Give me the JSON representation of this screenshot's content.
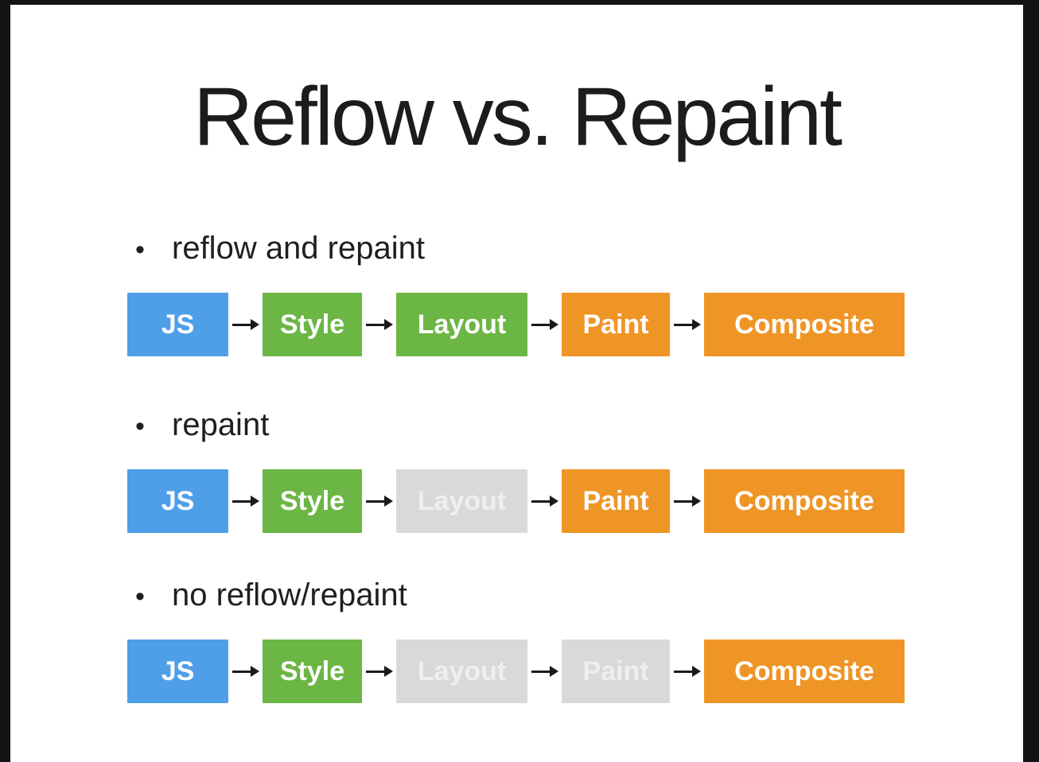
{
  "slide": {
    "title": "Reflow vs. Repaint",
    "rows": [
      {
        "bullet": "•",
        "label": "reflow and repaint",
        "steps": [
          {
            "label": "JS",
            "color": "blue"
          },
          {
            "label": "Style",
            "color": "green"
          },
          {
            "label": "Layout",
            "color": "green"
          },
          {
            "label": "Paint",
            "color": "orange"
          },
          {
            "label": "Composite",
            "color": "orange"
          }
        ]
      },
      {
        "bullet": "•",
        "label": "repaint",
        "steps": [
          {
            "label": "JS",
            "color": "blue"
          },
          {
            "label": "Style",
            "color": "green"
          },
          {
            "label": "Layout",
            "color": "gray"
          },
          {
            "label": "Paint",
            "color": "orange"
          },
          {
            "label": "Composite",
            "color": "orange"
          }
        ]
      },
      {
        "bullet": "•",
        "label": "no reflow/repaint",
        "steps": [
          {
            "label": "JS",
            "color": "blue"
          },
          {
            "label": "Style",
            "color": "green"
          },
          {
            "label": "Layout",
            "color": "gray"
          },
          {
            "label": "Paint",
            "color": "gray"
          },
          {
            "label": "Composite",
            "color": "orange"
          }
        ]
      }
    ]
  },
  "colors": {
    "js_blue": "#4F9EE8",
    "style_green": "#6BB644",
    "active_orange": "#EF9526",
    "skipped_gray": "#D9D9D9",
    "skipped_text": "#EFEFEF",
    "arrow": "#1A1A1A",
    "text": "#1C1C1C",
    "slide_background": "#FFFFFF",
    "frame_background": "#131313"
  }
}
